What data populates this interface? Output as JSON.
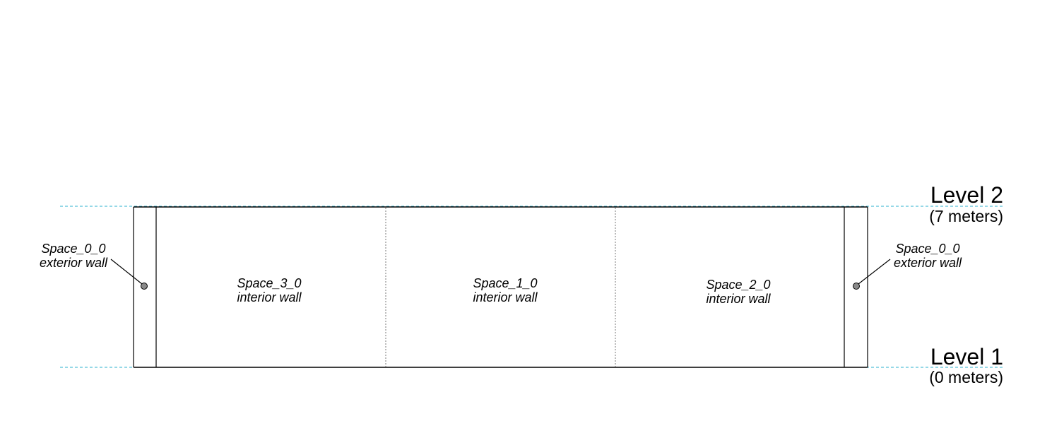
{
  "levels": [
    {
      "name": "Level 2",
      "elevation": "(7 meters)"
    },
    {
      "name": "Level 1",
      "elevation": "(0 meters)"
    }
  ],
  "spaces": {
    "left_exterior": {
      "name": "Space_0_0",
      "wall": "exterior wall"
    },
    "space_3": {
      "name": "Space_3_0",
      "wall": "interior wall"
    },
    "space_1": {
      "name": "Space_1_0",
      "wall": "interior wall"
    },
    "space_2": {
      "name": "Space_2_0",
      "wall": "interior wall"
    },
    "right_exterior": {
      "name": "Space_0_0",
      "wall": "exterior wall"
    }
  },
  "colors": {
    "level_line": "#2bb0cf",
    "outline": "#000000",
    "divider": "#777777",
    "marker_fill": "#8a8a8a"
  }
}
